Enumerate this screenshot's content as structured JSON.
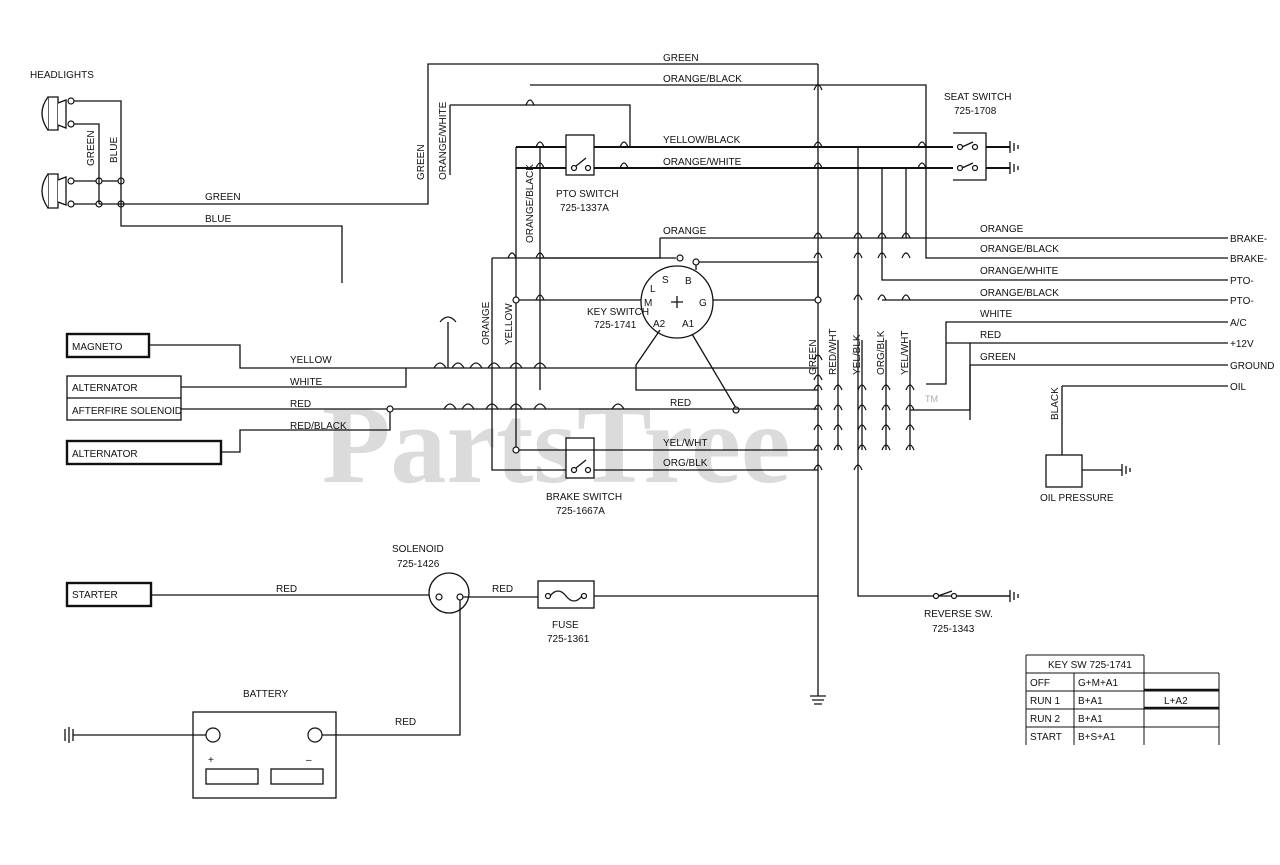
{
  "watermark": {
    "brand": "PartsTree",
    "tm": "TM"
  },
  "components": {
    "headlights": "HEADLIGHTS",
    "seat_switch": "SEAT SWITCH",
    "seat_switch_pn": "725-1708",
    "pto_switch": "PTO SWITCH",
    "pto_switch_pn": "725-1337A",
    "key_switch": "KEY SWITCH",
    "key_switch_pn": "725-1741",
    "brake_switch": "BRAKE SWITCH",
    "brake_switch_pn": "725-1667A",
    "solenoid": "SOLENOID",
    "solenoid_pn": "725-1426",
    "fuse": "FUSE",
    "fuse_pn": "725-1361",
    "battery": "BATTERY",
    "reverse_switch": "REVERSE SW.",
    "reverse_switch_pn": "725-1343",
    "oil_pressure": "OIL PRESSURE"
  },
  "key_terminals": {
    "l": "L",
    "s": "S",
    "b": "B",
    "m": "M",
    "g": "G",
    "a2": "A2",
    "a1": "A1"
  },
  "battery_terminals": {
    "pos": "+",
    "neg": "–"
  },
  "left_boxes": {
    "magneto": "MAGNETO",
    "alternator_1": "ALTERNATOR",
    "afterfire_solenoid": "AFTERFIRE SOLENOID",
    "alternator_2": "ALTERNATOR",
    "starter": "STARTER"
  },
  "wire_labels": {
    "green_top": "GREEN",
    "orange_black_top": "ORANGE/BLACK",
    "yellow_black": "YELLOW/BLACK",
    "orange_white": "ORANGE/WHITE",
    "orange_mid": "ORANGE",
    "red_mid": "RED",
    "yel_wht": "YEL/WHT",
    "org_blk": "ORG/BLK",
    "green_hl": "GREEN",
    "blue_hl": "BLUE",
    "green_hl_v": "GREEN",
    "blue_hl_v": "BLUE",
    "green_v": "GREEN",
    "orange_white_v": "ORANGE/WHITE",
    "orange_black_v": "ORANGE/BLACK",
    "orange_v": "ORANGE",
    "yellow_v": "YELLOW",
    "yellow_left": "YELLOW",
    "white_left": "WHITE",
    "red_left": "RED",
    "red_black_left": "RED/BLACK",
    "red_starter": "RED",
    "red_fuse": "RED",
    "red_battery": "RED",
    "green_bundle": "GREEN",
    "red_wht_bundle": "RED/WHT",
    "yel_blk_bundle": "YEL/BLK",
    "org_blk_bundle": "ORG/BLK",
    "yel_wht_bundle": "YEL/WHT",
    "black_oil": "BLACK"
  },
  "connector": [
    {
      "wire": "ORANGE",
      "pin": "BRAKE-"
    },
    {
      "wire": "ORANGE/BLACK",
      "pin": "BRAKE-"
    },
    {
      "wire": "ORANGE/WHITE",
      "pin": "PTO-"
    },
    {
      "wire": "ORANGE/BLACK",
      "pin": "PTO-"
    },
    {
      "wire": "WHITE",
      "pin": "A/C"
    },
    {
      "wire": "RED",
      "pin": "+12V"
    },
    {
      "wire": "GREEN",
      "pin": "GROUND"
    },
    {
      "wire": "",
      "pin": "OIL"
    }
  ],
  "key_table": {
    "title": "KEY SW 725-1741",
    "rows": [
      {
        "pos": "OFF",
        "conn": "G+M+A1",
        "extra": ""
      },
      {
        "pos": "RUN 1",
        "conn": "B+A1",
        "extra": "L+A2"
      },
      {
        "pos": "RUN 2",
        "conn": "B+A1",
        "extra": ""
      },
      {
        "pos": "START",
        "conn": "B+S+A1",
        "extra": ""
      }
    ]
  }
}
